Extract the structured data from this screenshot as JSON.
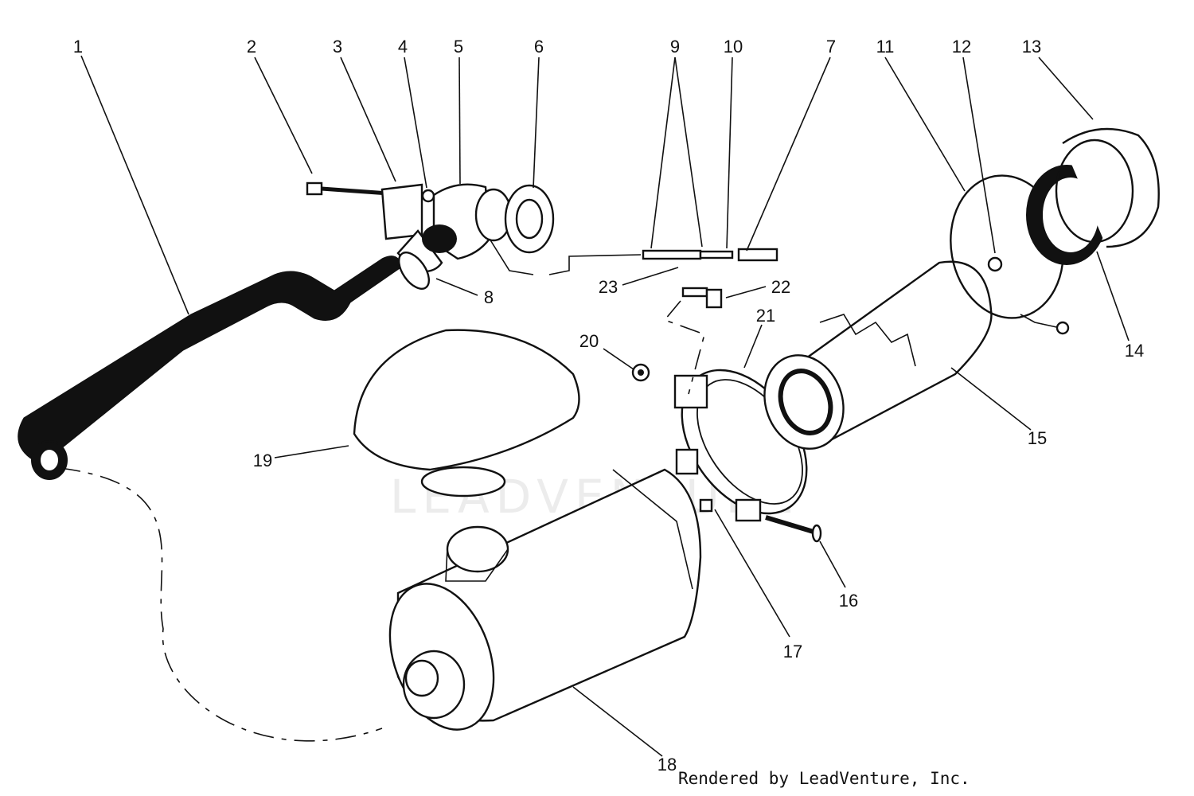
{
  "diagram": {
    "callouts": [
      "1",
      "2",
      "3",
      "4",
      "5",
      "6",
      "7",
      "8",
      "9",
      "10",
      "11",
      "12",
      "13",
      "14",
      "15",
      "16",
      "17",
      "18",
      "19",
      "20",
      "21",
      "22",
      "23"
    ]
  },
  "footer": {
    "credit": "Rendered by LeadVenture, Inc."
  },
  "watermark": {
    "text": "LEADVENTURE"
  }
}
